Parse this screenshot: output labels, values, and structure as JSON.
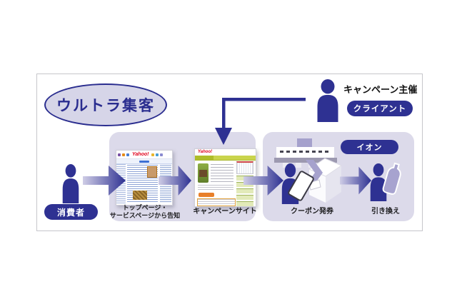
{
  "title": {
    "label": "ウルトラ集客"
  },
  "client": {
    "name": "キャンペーン主催",
    "badge": "クライアント"
  },
  "retailer": {
    "badge": "イオン"
  },
  "flow": {
    "consumer_label": "消費者",
    "steps": [
      {
        "caption_line1": "トップページ・",
        "caption_line2": "サービスページから告知"
      },
      {
        "caption": "キャンペーンサイト"
      },
      {
        "caption": "クーポン発券"
      },
      {
        "caption": "引き換え"
      }
    ]
  },
  "thumbnails": {
    "portal_logo": "Yahoo!"
  },
  "colors": {
    "primary": "#2e3192",
    "panel": "#dcdaea",
    "lavender": "#a7a3cf"
  }
}
